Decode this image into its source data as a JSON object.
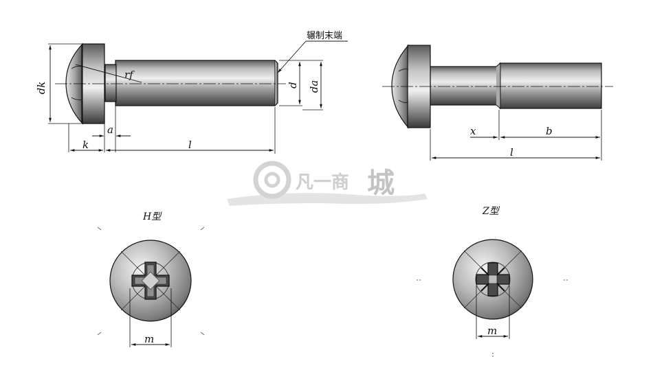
{
  "labels": {
    "dk": "dk",
    "k": "k",
    "a": "a",
    "l_left": "l",
    "rf": "rf",
    "d": "d",
    "da": "da",
    "rolled_end": "辗制末端",
    "x": "x",
    "b": "b",
    "l_right": "l",
    "m_h": "m",
    "m_z": "m"
  },
  "views": {
    "h_type": "H型",
    "z_type": "Z型"
  },
  "watermark": {
    "text": "凡一商",
    "big": "城"
  },
  "colors": {
    "line": "#111111",
    "metal_light": "#d6d6d6",
    "metal_dark": "#6e6e6e",
    "watermark": "#c9c9c9"
  }
}
